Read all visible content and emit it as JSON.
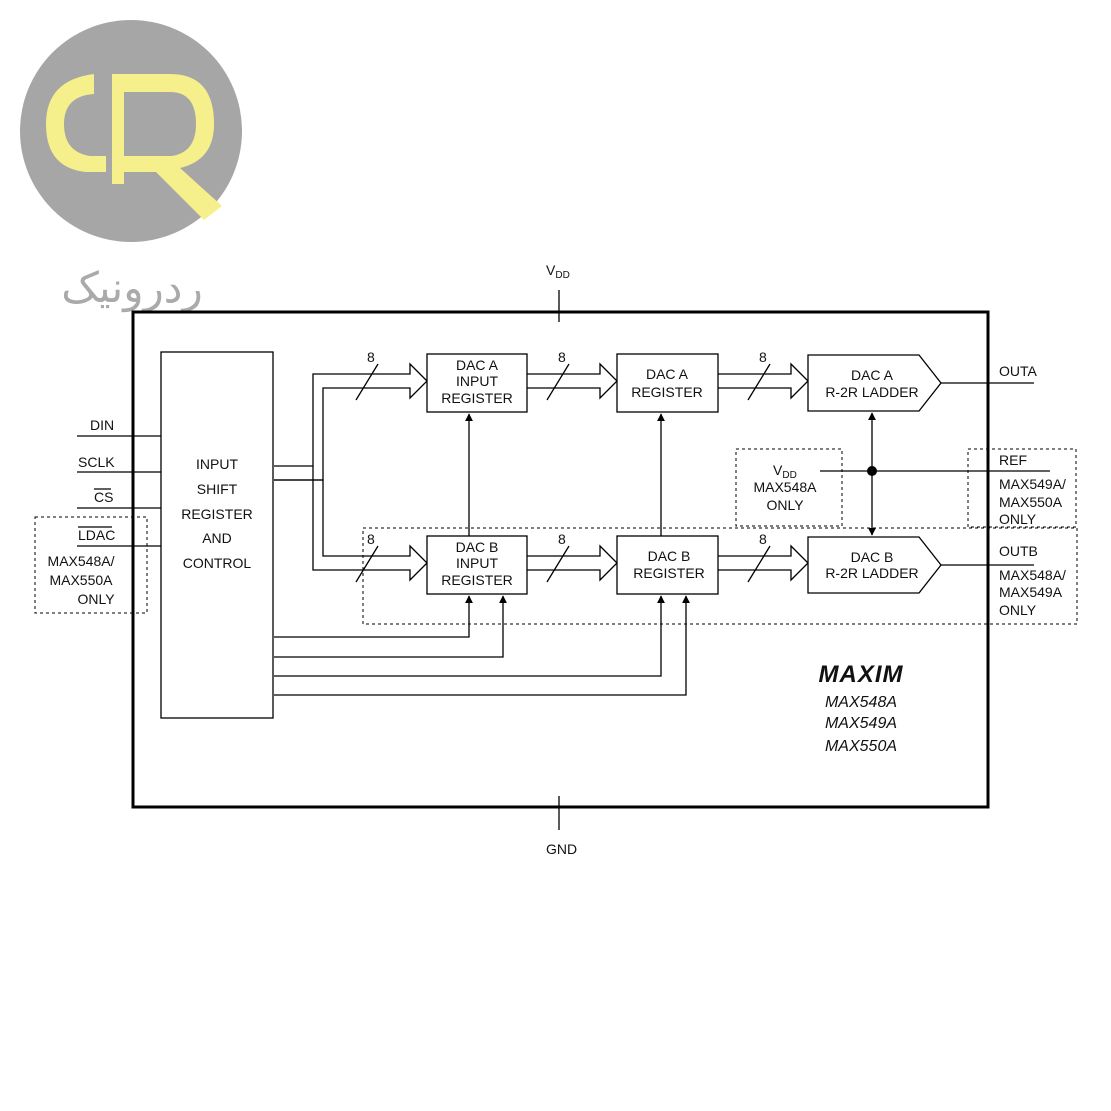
{
  "logo": {
    "mark": "R",
    "wordmark": "ردرونیک",
    "colors": {
      "circle": "#a7a6a6",
      "glyph": "#f6f08c"
    }
  },
  "supply": {
    "vdd": {
      "main": "V",
      "sub": "DD"
    },
    "gnd": "GND"
  },
  "pins": {
    "din": "DIN",
    "sclk": "SCLK",
    "cs": "CS",
    "ldac": "LDAC",
    "ldac_note": [
      "MAX548A/",
      "MAX550A",
      "ONLY"
    ]
  },
  "blocks": {
    "shift_register": [
      "INPUT",
      "SHIFT",
      "REGISTER",
      "AND",
      "CONTROL"
    ],
    "dac_a_input": [
      "DAC A",
      "INPUT",
      "REGISTER"
    ],
    "dac_b_input": [
      "DAC B",
      "INPUT",
      "REGISTER"
    ],
    "dac_a_register": [
      "DAC A",
      "REGISTER"
    ],
    "dac_b_register": [
      "DAC B",
      "REGISTER"
    ],
    "dac_a_ladder": [
      "DAC A",
      "R-2R LADDER"
    ],
    "dac_b_ladder": [
      "DAC B",
      "R-2R LADDER"
    ]
  },
  "bus_width": "8",
  "vdd_note": {
    "main": "V",
    "sub": "DD",
    "lines": [
      "MAX548A",
      "ONLY"
    ]
  },
  "ref": {
    "label": "REF",
    "note": [
      "MAX549A/",
      "MAX550A",
      "ONLY"
    ]
  },
  "outputs": {
    "outa": "OUTA",
    "outb": "OUTB",
    "outb_note": [
      "MAX548A/",
      "MAX549A",
      "ONLY"
    ]
  },
  "brand": {
    "name": "MAXIM",
    "parts": [
      "MAX548A",
      "MAX549A",
      "MAX550A"
    ]
  }
}
